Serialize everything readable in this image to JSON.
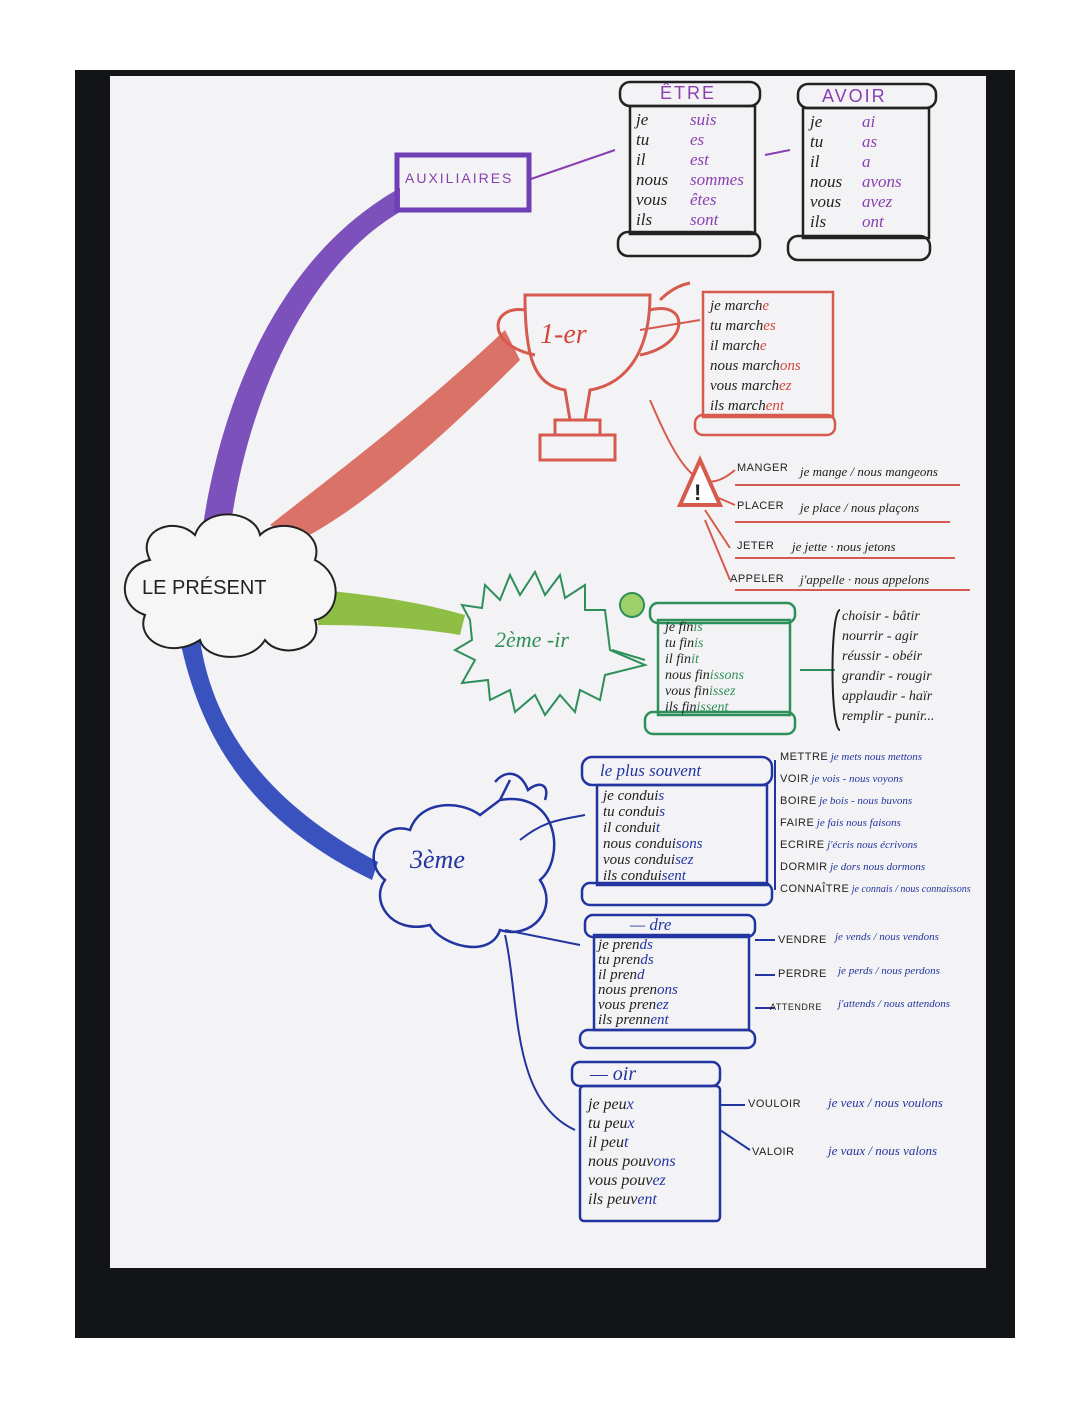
{
  "center": {
    "label": "LE PRÉSENT"
  },
  "colors": {
    "purple": "#6f3fb5",
    "red": "#d65a4e",
    "green": "#7fb52e",
    "blue": "#2640b8",
    "ink": "#222222"
  },
  "auxiliaires": {
    "label": "AUXILIAIRES",
    "etre": {
      "title": "ÊTRE",
      "rows": [
        [
          "je",
          "suis"
        ],
        [
          "tu",
          "es"
        ],
        [
          "il",
          "est"
        ],
        [
          "nous",
          "sommes"
        ],
        [
          "vous",
          "êtes"
        ],
        [
          "ils",
          "sont"
        ]
      ]
    },
    "avoir": {
      "title": "AVOIR",
      "rows": [
        [
          "je",
          "ai"
        ],
        [
          "tu",
          "as"
        ],
        [
          "il",
          "a"
        ],
        [
          "nous",
          "avons"
        ],
        [
          "vous",
          "avez"
        ],
        [
          "ils",
          "ont"
        ]
      ]
    }
  },
  "premier": {
    "label": "1-er",
    "rows": [
      [
        "je march",
        "e"
      ],
      [
        "tu march",
        "es"
      ],
      [
        "il march",
        "e"
      ],
      [
        "nous march",
        "ons"
      ],
      [
        "vous march",
        "ez"
      ],
      [
        "ils march",
        "ent"
      ]
    ],
    "exceptions": [
      {
        "verb": "MANGER",
        "forms": "je mange / nous mangeons"
      },
      {
        "verb": "PLACER",
        "forms": "je place / nous plaçons"
      },
      {
        "verb": "JETER",
        "forms": "je jette · nous jetons"
      },
      {
        "verb": "APPELER",
        "forms": "j'appelle · nous appelons"
      }
    ]
  },
  "deuxieme": {
    "label": "2ème -ir",
    "rows": [
      [
        "je fin",
        "is"
      ],
      [
        "tu fin",
        "is"
      ],
      [
        "il fin",
        "it"
      ],
      [
        "nous fin",
        "issons"
      ],
      [
        "vous fin",
        "issez"
      ],
      [
        "ils fin",
        "issent"
      ]
    ],
    "verbs": [
      "choisir - bâtir",
      "nourrir - agir",
      "réussir - obéir",
      "grandir - rougir",
      "applaudir - haïr",
      "remplir - punir..."
    ]
  },
  "troisieme": {
    "label": "3ème",
    "souvent": {
      "title": "le plus souvent",
      "rows": [
        [
          "je condui",
          "s"
        ],
        [
          "tu condui",
          "s"
        ],
        [
          "il condui",
          "t"
        ],
        [
          "nous condui",
          "sons"
        ],
        [
          "vous condui",
          "sez"
        ],
        [
          "ils condui",
          "sent"
        ]
      ],
      "verbs": [
        {
          "verb": "METTRE",
          "forms": "je mets nous mettons"
        },
        {
          "verb": "VOIR",
          "forms": "je vois - nous voyons"
        },
        {
          "verb": "BOIRE",
          "forms": "je bois - nous buvons"
        },
        {
          "verb": "FAIRE",
          "forms": "je fais nous faisons"
        },
        {
          "verb": "ECRIRE",
          "forms": "j'écris nous écrivons"
        },
        {
          "verb": "DORMIR",
          "forms": "je dors nous dormons"
        },
        {
          "verb": "CONNAÎTRE",
          "forms": "je connais / nous connaissons"
        }
      ]
    },
    "dre": {
      "title": "— dre",
      "rows": [
        [
          "je pren",
          "ds"
        ],
        [
          "tu pren",
          "ds"
        ],
        [
          "il pren",
          "d"
        ],
        [
          "nous pren",
          "ons"
        ],
        [
          "vous pren",
          "ez"
        ],
        [
          "ils prenn",
          "ent"
        ]
      ],
      "verbs": [
        {
          "verb": "VENDRE",
          "forms": "je vends / nous vendons"
        },
        {
          "verb": "PERDRE",
          "forms": "je perds / nous perdons"
        },
        {
          "verb": "ATTENDRE",
          "forms": "j'attends / nous attendons"
        }
      ]
    },
    "oir": {
      "title": "— oir",
      "rows": [
        [
          "je peu",
          "x"
        ],
        [
          "tu peu",
          "x"
        ],
        [
          "il peu",
          "t"
        ],
        [
          "nous pouv",
          "ons"
        ],
        [
          "vous pouv",
          "ez"
        ],
        [
          "ils peuv",
          "ent"
        ]
      ],
      "verbs": [
        {
          "verb": "VOULOIR",
          "forms": "je veux / nous voulons"
        },
        {
          "verb": "VALOIR",
          "forms": "je vaux / nous valons"
        }
      ]
    }
  }
}
